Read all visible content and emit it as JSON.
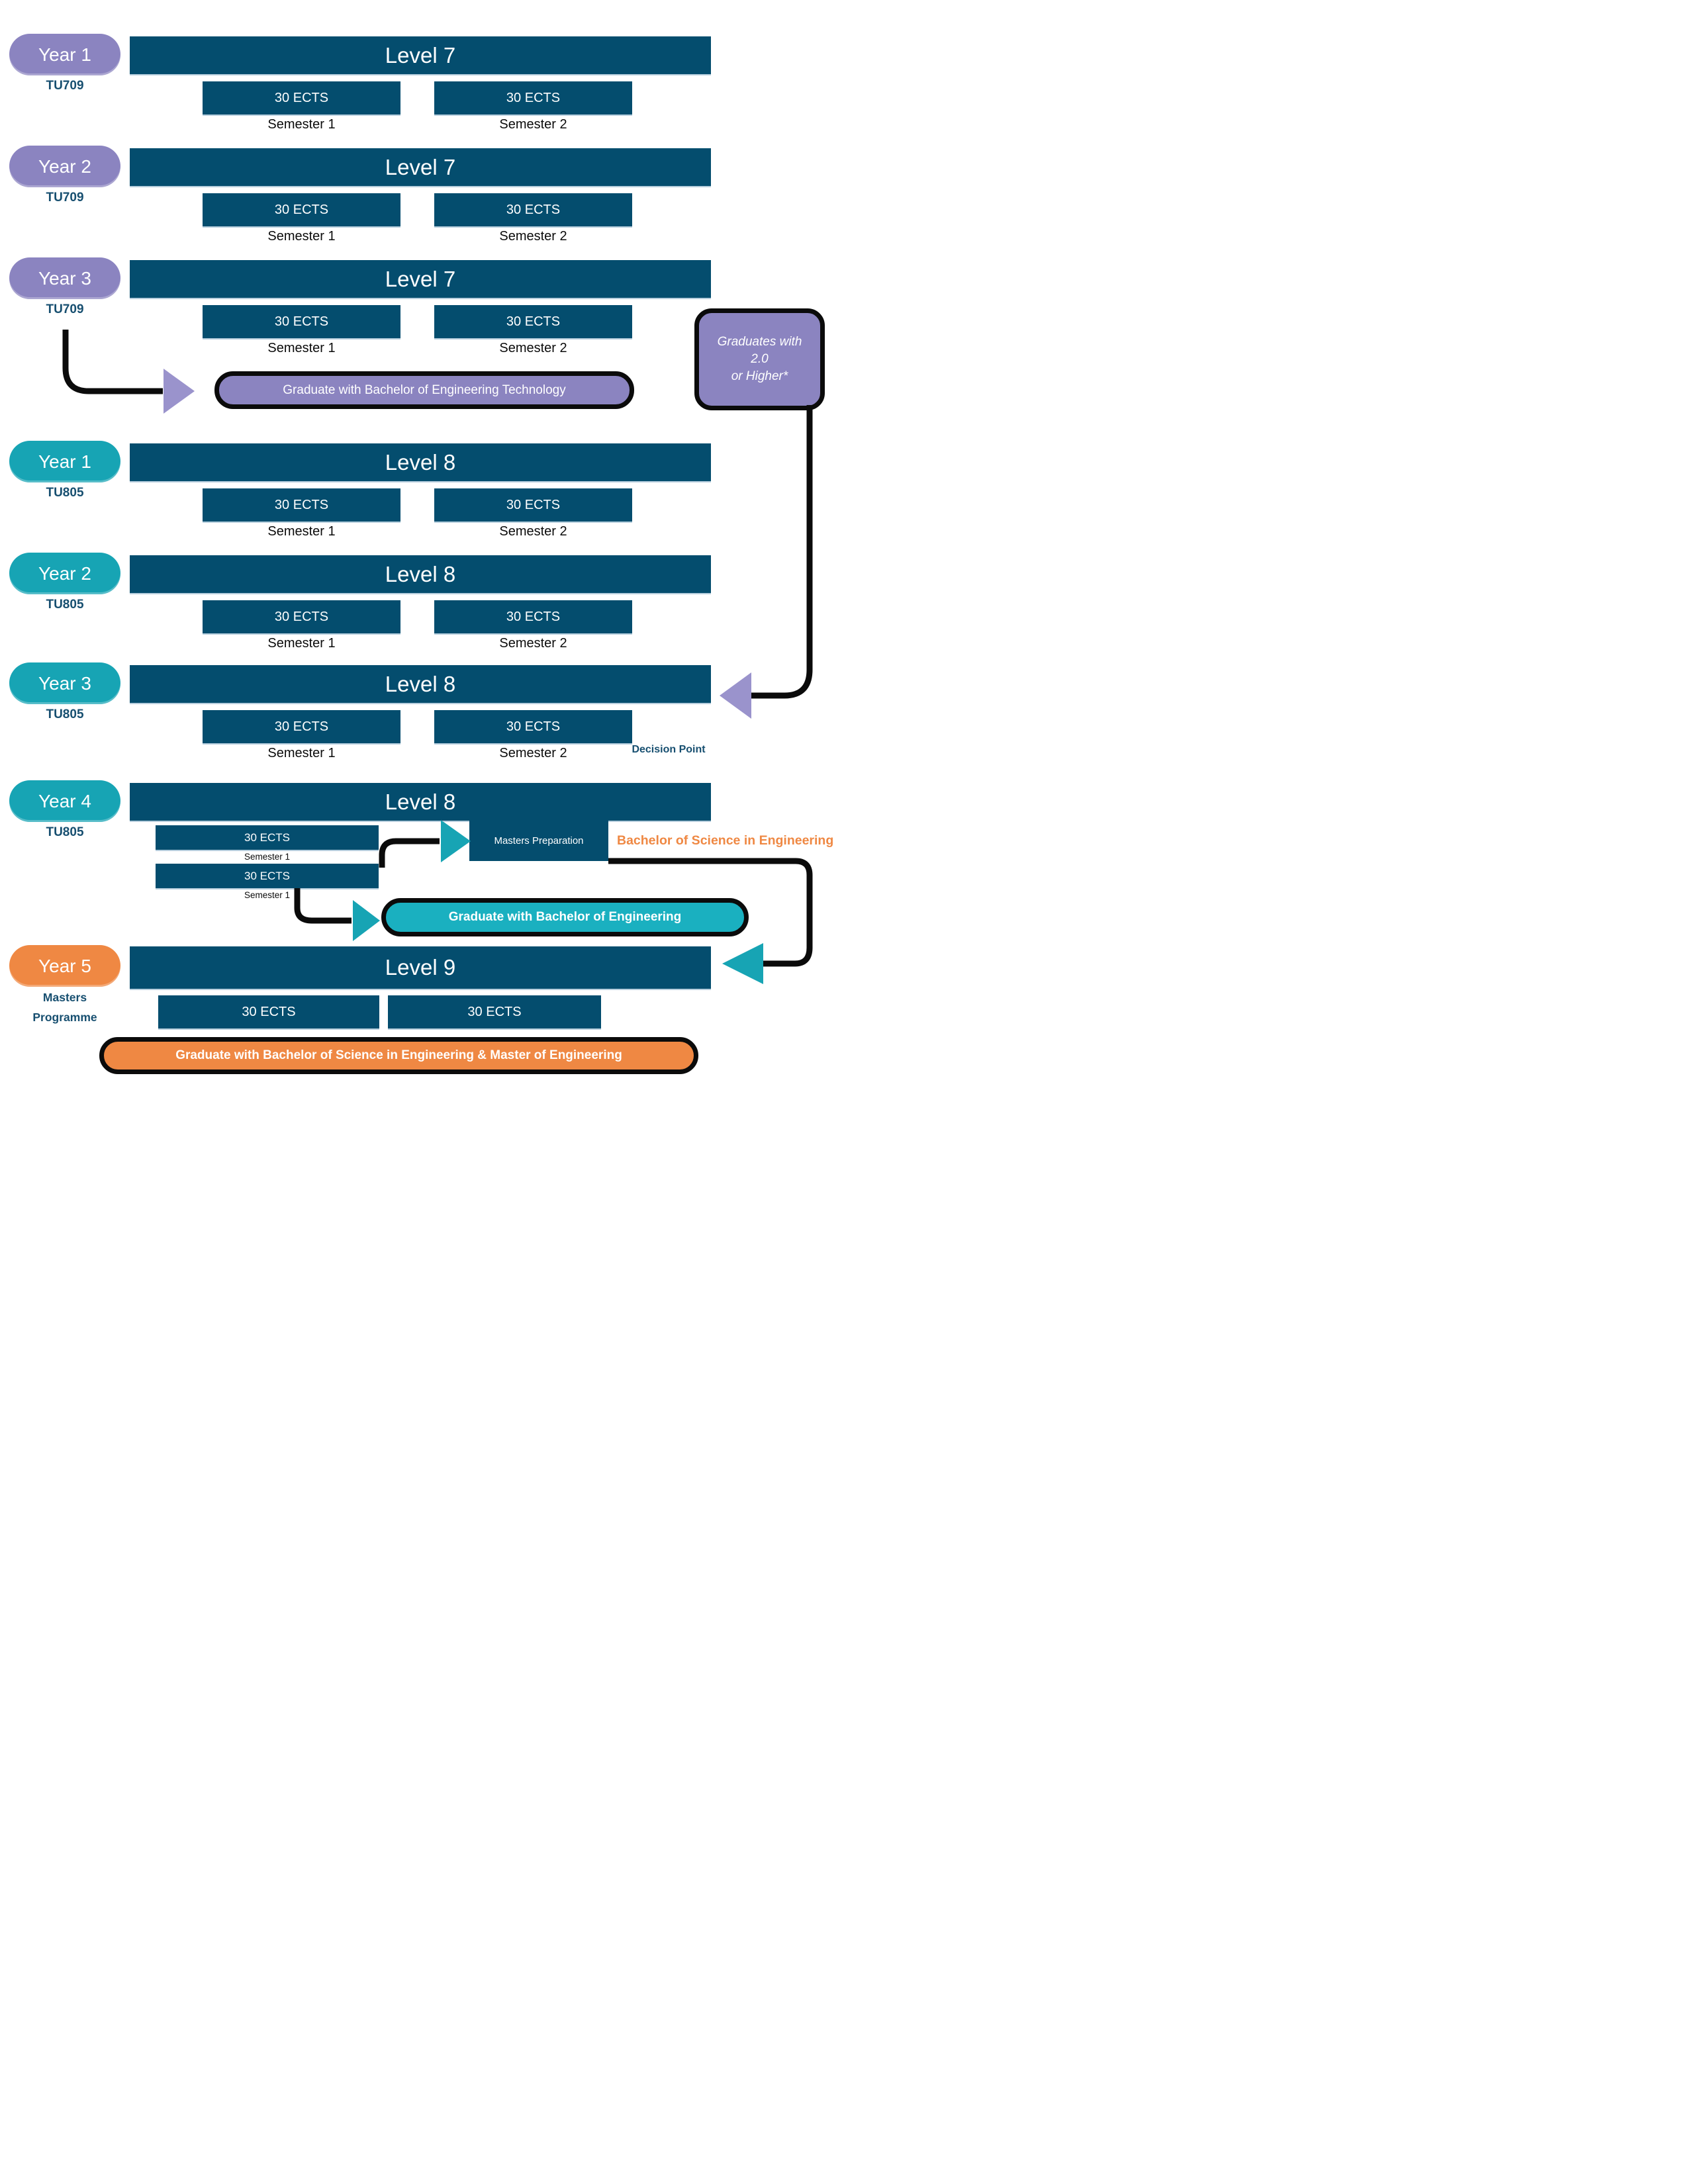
{
  "colors": {
    "bar": "#044D6E",
    "purple": "#8B84C0",
    "teal": "#17A4B4",
    "teal_bright": "#1AB0C0",
    "orange": "#EF8843",
    "code_text": "#174F70",
    "connector": "#0b0b0b"
  },
  "rows": [
    {
      "year": "Year 1",
      "code": "TU709",
      "level": "Level 7",
      "ects": [
        "30 ECTS",
        "30 ECTS"
      ],
      "semesters": [
        "Semester 1",
        "Semester 2"
      ]
    },
    {
      "year": "Year 2",
      "code": "TU709",
      "level": "Level 7",
      "ects": [
        "30 ECTS",
        "30 ECTS"
      ],
      "semesters": [
        "Semester 1",
        "Semester 2"
      ]
    },
    {
      "year": "Year 3",
      "code": "TU709",
      "level": "Level 7",
      "ects": [
        "30 ECTS",
        "30 ECTS"
      ],
      "semesters": [
        "Semester 1",
        "Semester 2"
      ]
    },
    {
      "year": "Year 1",
      "code": "TU805",
      "level": "Level 8",
      "ects": [
        "30 ECTS",
        "30 ECTS"
      ],
      "semesters": [
        "Semester 1",
        "Semester 2"
      ]
    },
    {
      "year": "Year 2",
      "code": "TU805",
      "level": "Level 8",
      "ects": [
        "30 ECTS",
        "30 ECTS"
      ],
      "semesters": [
        "Semester 1",
        "Semester 2"
      ]
    },
    {
      "year": "Year 3",
      "code": "TU805",
      "level": "Level 8",
      "ects": [
        "30 ECTS",
        "30 ECTS"
      ],
      "semesters": [
        "Semester 1",
        "Semester 2"
      ]
    },
    {
      "year": "Year 4",
      "code": "TU805",
      "level": "Level 8",
      "ects": [
        "30 ECTS",
        "30 ECTS"
      ],
      "semesters": [
        "Semester 1",
        "Semester 1"
      ]
    },
    {
      "year": "Year 5",
      "code_lines": [
        "Masters",
        "Programme"
      ],
      "level": "Level 9",
      "ects": [
        "30 ECTS",
        "30 ECTS"
      ]
    }
  ],
  "callouts": {
    "grad_btech": "Graduate with Bachelor of Engineering Technology",
    "gpa_lines": [
      "Graduates with",
      "2.0",
      "or Higher*"
    ],
    "masters_prep": "Masters Preparation",
    "bsc": "Bachelor of Science in Engineering",
    "grad_beng": "Graduate with Bachelor of Engineering",
    "decision": "Decision Point",
    "grad_final": "Graduate with Bachelor of Science in Engineering & Master of Engineering"
  }
}
